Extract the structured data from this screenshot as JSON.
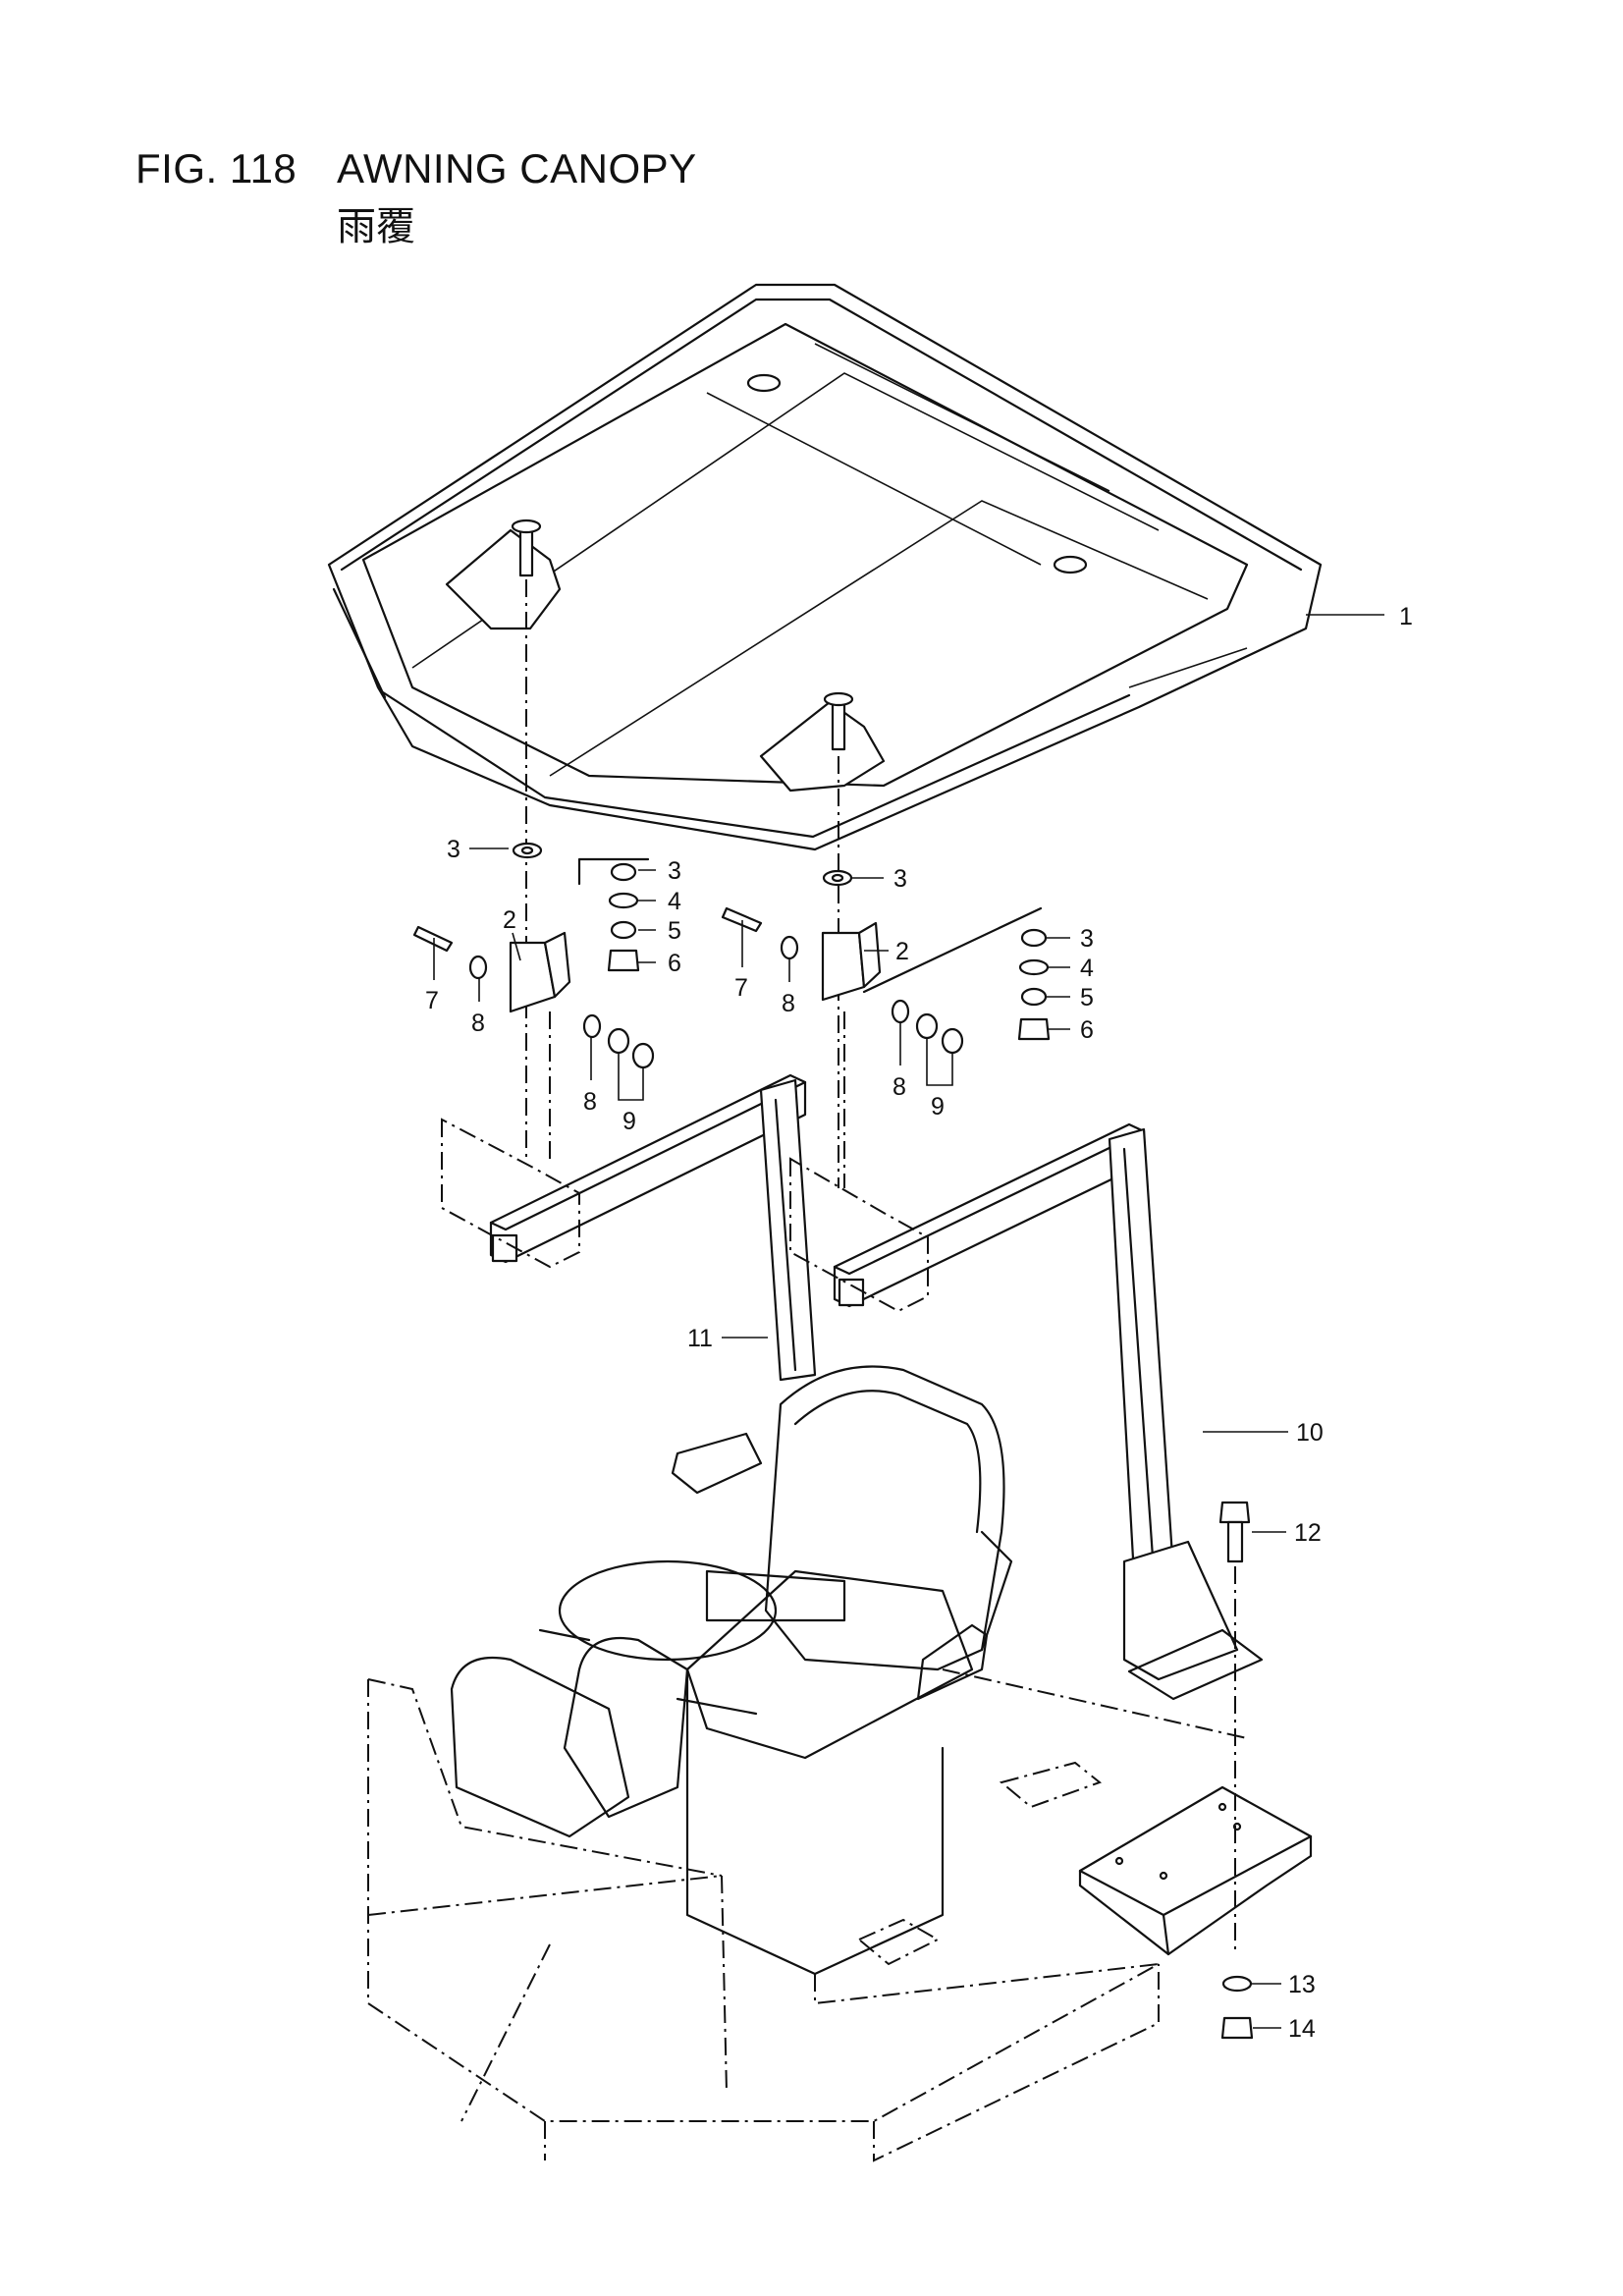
{
  "figure": {
    "number": "FIG. 118",
    "name": "AWNING CANOPY",
    "name_cn": "雨覆"
  },
  "callouts": {
    "c1": "1",
    "c2a": "2",
    "c2b": "2",
    "c3a": "3",
    "c3b": "3",
    "c3c": "3",
    "c3d": "3",
    "c4a": "4",
    "c4b": "4",
    "c5a": "5",
    "c5b": "5",
    "c6a": "6",
    "c6b": "6",
    "c7a": "7",
    "c7b": "7",
    "c8a": "8",
    "c8b": "8",
    "c8c": "8",
    "c8d": "8",
    "c9a": "9",
    "c9b": "9",
    "c10": "10",
    "c11": "11",
    "c12": "12",
    "c13": "13",
    "c14": "14"
  }
}
